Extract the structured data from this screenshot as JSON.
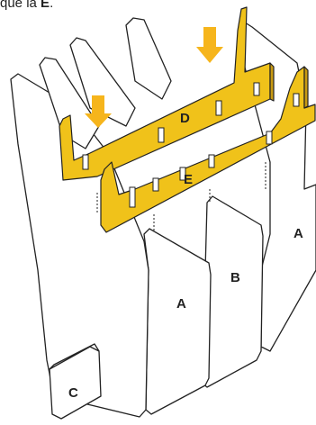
{
  "caption": {
    "text": "que la ",
    "strong": "E",
    "end": "."
  },
  "labels": {
    "a_left": "A",
    "a_right": "A",
    "b": "B",
    "c": "C",
    "d": "D",
    "e": "E"
  },
  "colors": {
    "board_fill": "#ffffff",
    "board_stroke": "#222222",
    "piece_fill": "#f0c21a",
    "piece_edge": "#c99a12",
    "arrow_fill": "#f6b51c"
  }
}
